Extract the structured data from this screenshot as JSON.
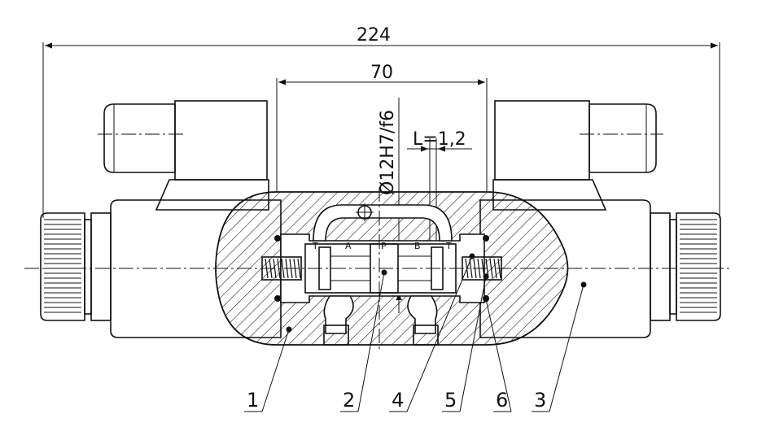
{
  "dimensions": {
    "overall_length": "224",
    "body_width": "70",
    "fit": "Ø12H7/f6",
    "clearance": "L=1,2"
  },
  "port_labels": [
    "T",
    "A",
    "P",
    "B",
    "T"
  ],
  "callouts": [
    "1",
    "2",
    "4",
    "5",
    "6",
    "3"
  ]
}
